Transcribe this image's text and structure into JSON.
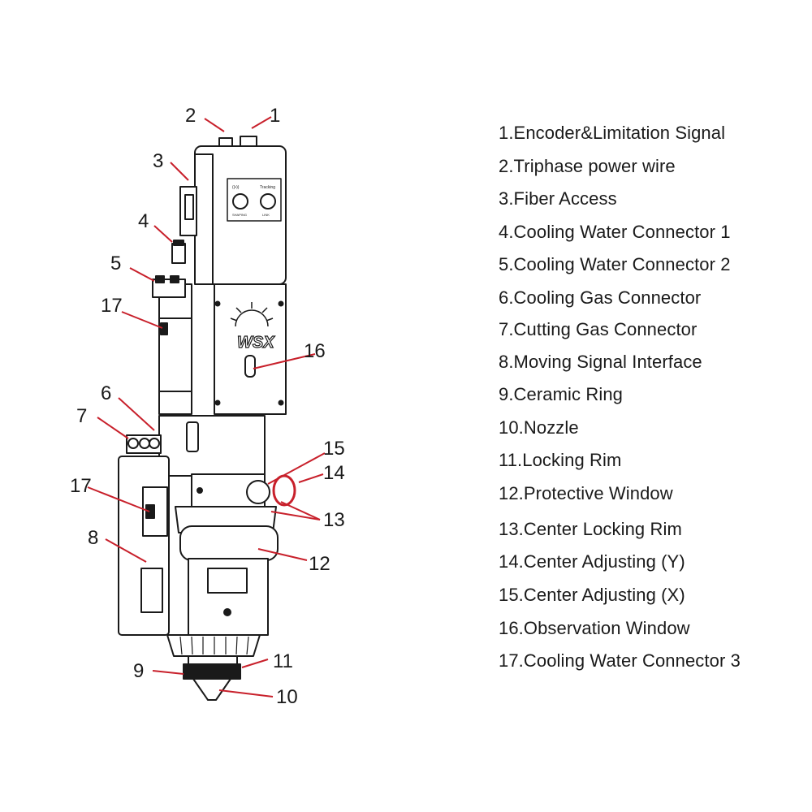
{
  "brand_logo_text": "WSX",
  "panel": {
    "left_label": "((•))",
    "right_label": "Tracking",
    "left_sub": "SHAPING",
    "right_sub": "LINK"
  },
  "accent_color": "#c8202b",
  "callouts": [
    "1",
    "2",
    "3",
    "4",
    "5",
    "17",
    "6",
    "7",
    "17",
    "8",
    "9",
    "16",
    "15",
    "14",
    "13",
    "12",
    "11",
    "10"
  ],
  "legend": [
    "1.Encoder&Limitation Signal",
    "2.Triphase power wire",
    "3.Fiber Access",
    "4.Cooling Water Connector 1",
    "5.Cooling Water Connector 2",
    "6.Cooling Gas Connector",
    "7.Cutting Gas Connector",
    "8.Moving Signal Interface",
    "9.Ceramic Ring",
    "10.Nozzle",
    "11.Locking Rim",
    "12.Protective Window",
    "13.Center Locking Rim",
    "14.Center Adjusting (Y)",
    "15.Center Adjusting (X)",
    "16.Observation Window",
    "17.Cooling Water Connector 3"
  ]
}
